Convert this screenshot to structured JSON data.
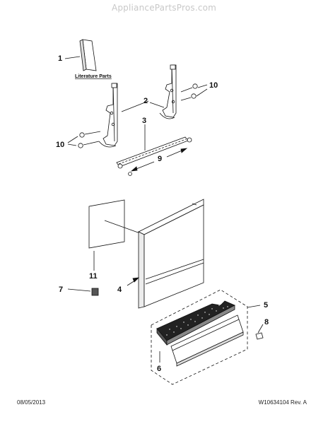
{
  "watermark": "AppliancePartsPros.com",
  "literature_label": "Literature Parts",
  "callouts": {
    "c1": "1",
    "c2": "2",
    "c3": "3",
    "c4": "4",
    "c5": "5",
    "c6": "6",
    "c7": "7",
    "c8": "8",
    "c9": "9",
    "c10_right": "10",
    "c10_left": "10",
    "c11": "11"
  },
  "footer": {
    "date": "08/05/2013",
    "doc_id": "W10634104  Rev. A"
  }
}
